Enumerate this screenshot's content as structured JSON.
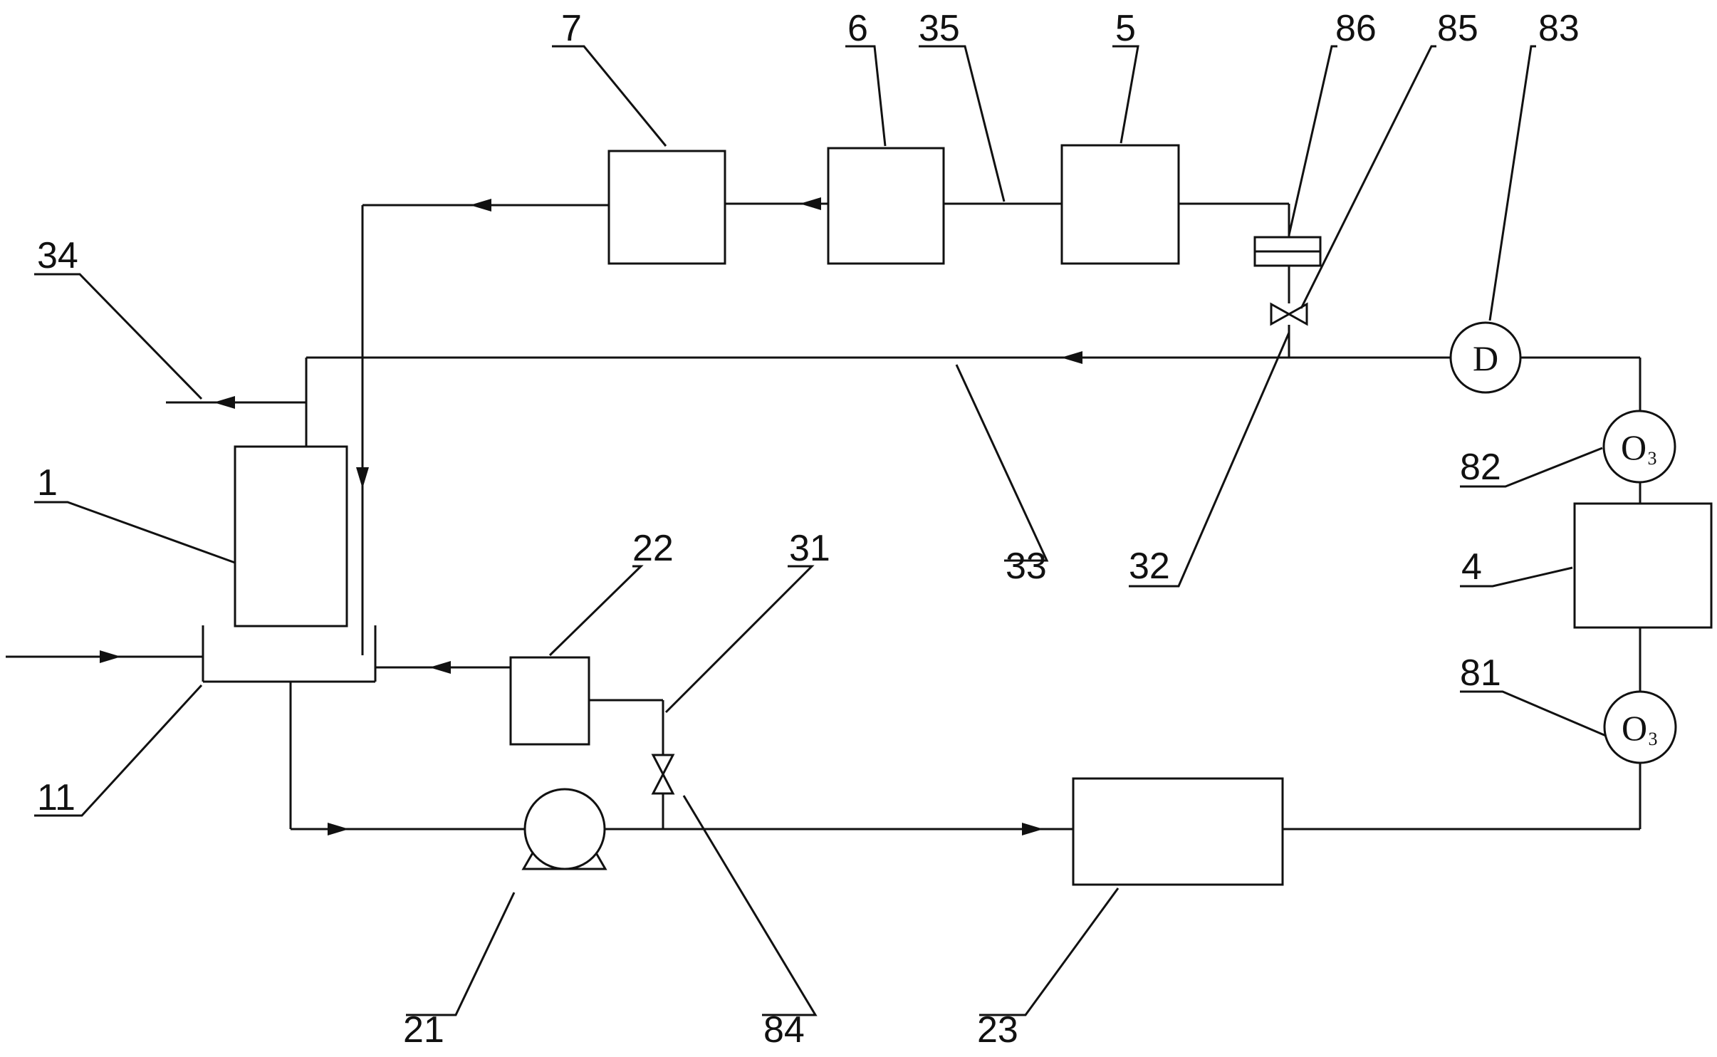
{
  "labels": {
    "n1": "1",
    "n4": "4",
    "n5": "5",
    "n6": "6",
    "n7": "7",
    "n11": "11",
    "n21": "21",
    "n22": "22",
    "n23": "23",
    "n31": "31",
    "n32": "32",
    "n33": "33",
    "n34": "34",
    "n35": "35",
    "n81": "81",
    "n82": "82",
    "n83": "83",
    "n84": "84",
    "n85": "85",
    "n86": "86"
  },
  "symbols": {
    "detector": "D",
    "ozone_81": "O",
    "ozone_81_sub": "3",
    "ozone_82": "O",
    "ozone_82_sub": "3"
  },
  "colors": {
    "line": "#111111",
    "background": "#ffffff"
  }
}
